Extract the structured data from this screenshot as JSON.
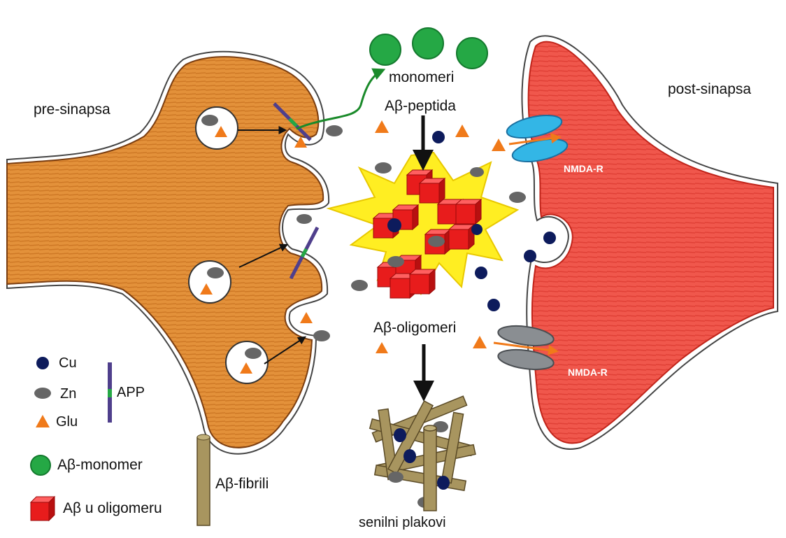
{
  "labels": {
    "pre_synapse": "pre-sinapsa",
    "post_synapse": "post-sinapsa",
    "monomers": "monomeri",
    "abeta_peptide": "Aβ-peptida",
    "abeta_oligomers": "Aβ-oligomeri",
    "senile_plaques": "senilni plakovi",
    "nmda_receptor_top": "NMDA-R",
    "nmda_receptor_bottom": "NMDA-R"
  },
  "legend": {
    "cu": "Cu",
    "zn": "Zn",
    "glu": "Glu",
    "app": "APP",
    "abeta_monomer": "Aβ-monomer",
    "abeta_in_oligomer": "Aβ u oligomeru",
    "abeta_fibrils": "Aβ-fibrili"
  },
  "colors": {
    "presynapse": "#e08a2e",
    "postsynapse": "#ee4a40",
    "cu": "#0d1b5c",
    "zn": "#6b6b6b",
    "glu": "#f07a1a",
    "monomer": "#22a845",
    "oligomer": "#e81c1c",
    "burst": "#ffee22",
    "fibril": "#a8955f",
    "app": "#4f3f8c",
    "nmda_active": "#33b6e6",
    "nmda_inactive": "#8a8e92"
  }
}
